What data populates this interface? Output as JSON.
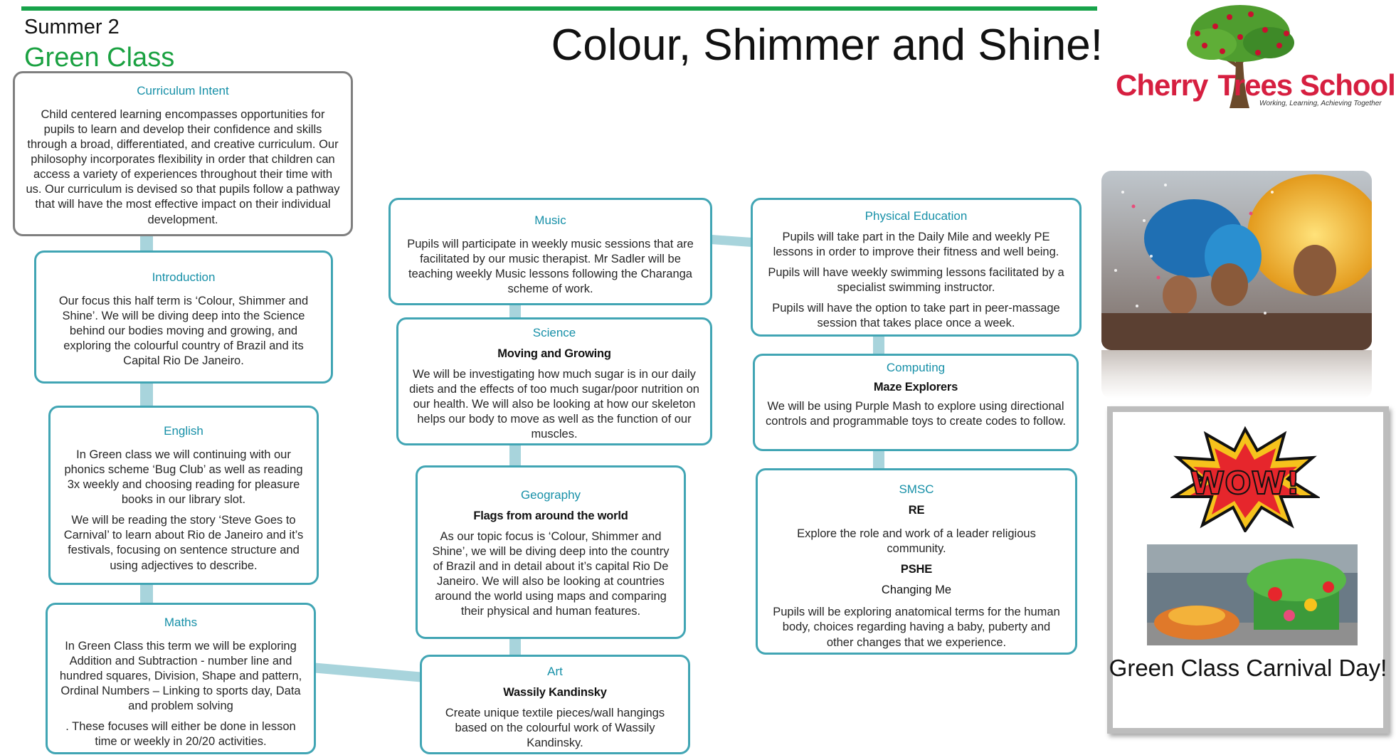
{
  "header": {
    "term": "Summer 2",
    "class_name": "Green Class",
    "title": "Colour, Shimmer and Shine!"
  },
  "logo": {
    "word1": "Cherry",
    "word2": "Trees School",
    "tagline": "Working, Learning, Achieving Together"
  },
  "boxes": {
    "curriculum_intent": {
      "heading": "Curriculum Intent",
      "body": "Child centered learning encompasses opportunities for pupils to learn and develop their confidence and skills through a broad, differentiated, and creative curriculum. Our philosophy incorporates flexibility in order that children can access a variety of experiences throughout their time with us. Our curriculum is devised so that pupils follow a pathway that will have the most effective impact on their individual development."
    },
    "introduction": {
      "heading": "Introduction",
      "body": "Our focus this half term is ‘Colour, Shimmer and Shine’. We will be diving deep into the Science behind our bodies moving and growing, and exploring the colourful country of Brazil and its Capital Rio De Janeiro."
    },
    "english": {
      "heading": "English",
      "p1": "In Green class we will continuing with our phonics scheme ‘Bug Club’ as well as reading 3x weekly and choosing reading for pleasure books in our library slot.",
      "p2": "We will be reading the story ‘Steve Goes to Carnival’ to learn about Rio de Janeiro and it’s festivals, focusing on sentence structure and using adjectives to describe."
    },
    "maths": {
      "heading": "Maths",
      "p1": "In Green Class this term we will be exploring Addition and Subtraction - number line and hundred squares, Division, Shape and pattern, Ordinal Numbers – Linking to sports day, Data and problem solving",
      "p2": ". These focuses will either be done in lesson time or weekly in 20/20 activities."
    },
    "music": {
      "heading": "Music",
      "body": "Pupils will participate in weekly music sessions that are facilitated by our music therapist. Mr Sadler will be teaching weekly Music lessons following the Charanga scheme of work."
    },
    "science": {
      "heading": "Science",
      "subheading": "Moving and Growing",
      "body": "We will be investigating how much sugar is in our daily diets and the effects of too much sugar/poor nutrition on our health. We will also be looking at how our skeleton helps our body to move as well as the function of our muscles."
    },
    "geography": {
      "heading": "Geography",
      "subheading": "Flags from around the world",
      "body": "As our topic focus is ‘Colour, Shimmer and Shine’, we will be diving deep into the country of Brazil and in detail about it’s capital Rio De Janeiro. We will also be looking at countries around the world using maps and comparing their physical and human features."
    },
    "art": {
      "heading": "Art",
      "subheading": "Wassily Kandinsky",
      "body": "Create unique textile pieces/wall hangings based on the colourful work of Wassily Kandinsky."
    },
    "pe": {
      "heading": "Physical Education",
      "p1": "Pupils will take part in the Daily Mile and weekly PE lessons in order to improve their fitness and well being.",
      "p2": "Pupils will have weekly swimming lessons facilitated by a specialist swimming instructor.",
      "p3": "Pupils will have the option to take part in peer-massage session that takes place once a week."
    },
    "computing": {
      "heading": "Computing",
      "subheading": "Maze Explorers",
      "body": "We will be using Purple Mash to explore using directional controls and programmable toys to create codes to follow."
    },
    "smsc": {
      "heading": "SMSC",
      "sub1": "RE",
      "p1": "Explore the role and work of a leader religious community.",
      "sub2": "PSHE",
      "plain": "Changing Me",
      "p2": "Pupils will be exploring anatomical terms for the human body, choices regarding having a baby, puberty and other changes that we experience."
    }
  },
  "carnival_card": {
    "wow": "WOW!",
    "caption": "Green Class Carnival Day!"
  },
  "colors": {
    "accent_green": "#1aa141",
    "box_border": "#41a5b4",
    "heading_teal": "#1790a8",
    "logo_red": "#d61f40"
  }
}
